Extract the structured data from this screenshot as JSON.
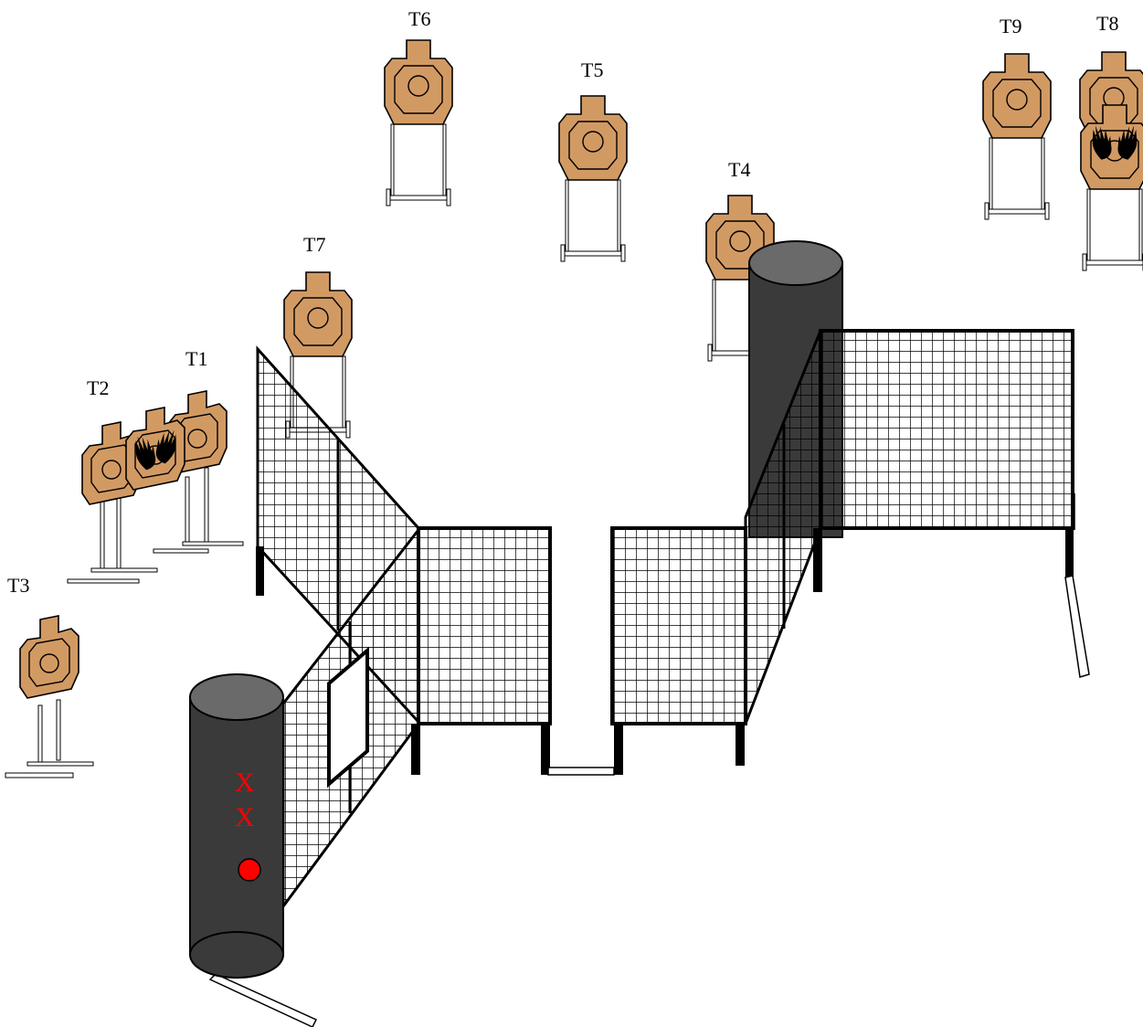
{
  "targets": [
    {
      "id": "T1",
      "label": "T1",
      "no_shoot": false
    },
    {
      "id": "T2",
      "label": "T2",
      "no_shoot": true
    },
    {
      "id": "T3",
      "label": "T3",
      "no_shoot": false
    },
    {
      "id": "T4",
      "label": "T4",
      "no_shoot": false
    },
    {
      "id": "T5",
      "label": "T5",
      "no_shoot": false
    },
    {
      "id": "T6",
      "label": "T6",
      "no_shoot": false
    },
    {
      "id": "T7",
      "label": "T7",
      "no_shoot": false
    },
    {
      "id": "T8",
      "label": "T8",
      "no_shoot": true
    },
    {
      "id": "T9",
      "label": "T9",
      "no_shoot": false
    }
  ],
  "start_marks": [
    "X",
    "X"
  ],
  "colors": {
    "target_fill": "#D29A63",
    "barrel": "#3A3A3A",
    "barrel_top": "#6A6A6A",
    "mesh": "#000000",
    "start_mark": "#FF0000",
    "start_dot": "#FF0000",
    "background": "#FFFFFF"
  },
  "icons": {
    "target": "cardboard-target-icon",
    "no_shoot": "hands-no-shoot-icon",
    "barrel": "barrel-icon",
    "fence": "mesh-wall-icon",
    "start": "start-position-icon"
  }
}
